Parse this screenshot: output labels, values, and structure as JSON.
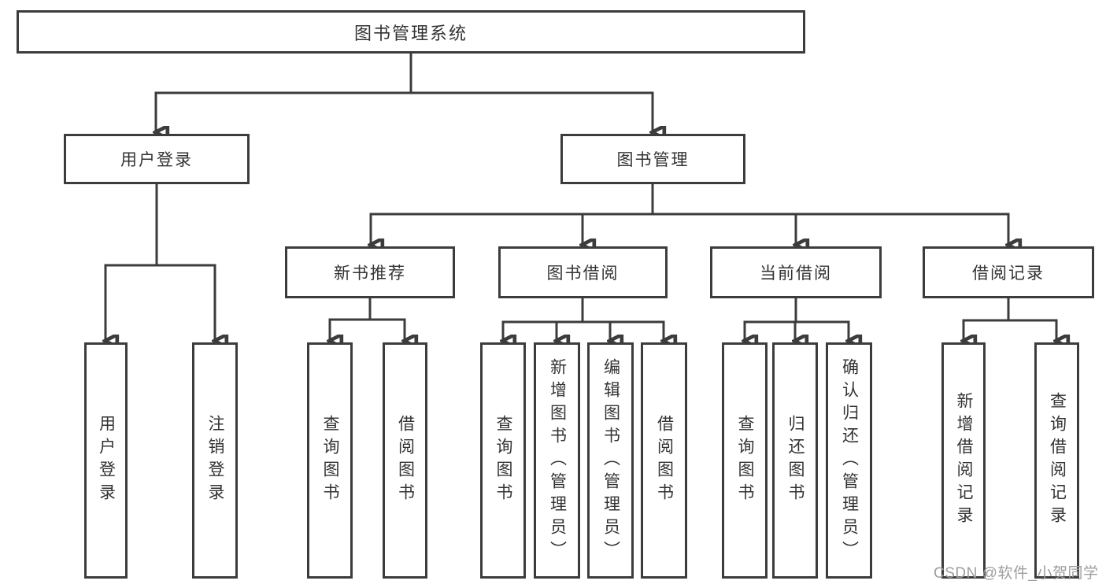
{
  "diagram": {
    "root": {
      "label": "图书管理系统"
    },
    "branches": [
      {
        "label": "用户登录",
        "children": [
          {
            "label": "用户登录"
          },
          {
            "label": "注销登录"
          }
        ]
      },
      {
        "label": "图书管理",
        "children": [
          {
            "label": "新书推荐",
            "children": [
              {
                "label": "查询图书"
              },
              {
                "label": "借阅图书"
              }
            ]
          },
          {
            "label": "图书借阅",
            "children": [
              {
                "label": "查询图书"
              },
              {
                "label": "新增图书（管理员）"
              },
              {
                "label": "编辑图书（管理员）"
              },
              {
                "label": "借阅图书"
              }
            ]
          },
          {
            "label": "当前借阅",
            "children": [
              {
                "label": "查询图书"
              },
              {
                "label": "归还图书"
              },
              {
                "label": "确认归还（管理员）"
              }
            ]
          },
          {
            "label": "借阅记录",
            "children": [
              {
                "label": "新增借阅记录"
              },
              {
                "label": "查询借阅记录"
              }
            ]
          }
        ]
      }
    ]
  },
  "watermark": {
    "text": "CSDN @软件_小贺同学"
  },
  "colors": {
    "line": "#3c3c3c",
    "text": "#333333",
    "watermark": "#9e9e9e",
    "background": "#ffffff"
  }
}
